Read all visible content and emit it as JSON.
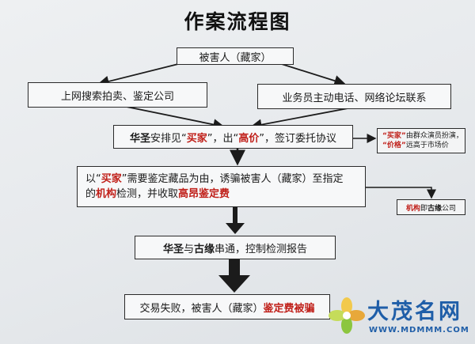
{
  "title": "作案流程图",
  "nodes": {
    "victim": "被害人（藏家）",
    "search": "上网搜索拍卖、鉴定公司",
    "contact": "业务员主动电话、网络论坛联系",
    "arrange": {
      "p1": "华圣",
      "p2": "安排见“",
      "p3": "买家",
      "p4": "”，出“",
      "p5": "高价",
      "p6": "”，签订委托协议"
    },
    "note1": {
      "p1": "“买家”",
      "p2": "由群众演员扮演，",
      "p3": "“价格”",
      "p4": "远高于市场价"
    },
    "deceive": {
      "l1p1": "以“",
      "l1p2": "买家",
      "l1p3": "”需要鉴定藏品为由，诱骗被害人（藏家）至指定",
      "l2p1": "的",
      "l2p2": "机构",
      "l2p3": "检测，并收取",
      "l2p4": "高昂鉴定费"
    },
    "note2": {
      "p1": "机构",
      "p2": "即",
      "p3": "古缘",
      "p4": "公司"
    },
    "collude": {
      "p1": "华圣",
      "p2": "与",
      "p3": "古缘",
      "p4": "串通，控制检测报告"
    },
    "result": {
      "p1": "交易失败，被害人（藏家）",
      "p2": "鉴定费被骗"
    }
  },
  "watermark": {
    "name": "大茂名网",
    "url": "WWW.MDMMM.COM"
  },
  "colors": {
    "highlight": "#c0201a",
    "logo": "#1f5ea8"
  }
}
